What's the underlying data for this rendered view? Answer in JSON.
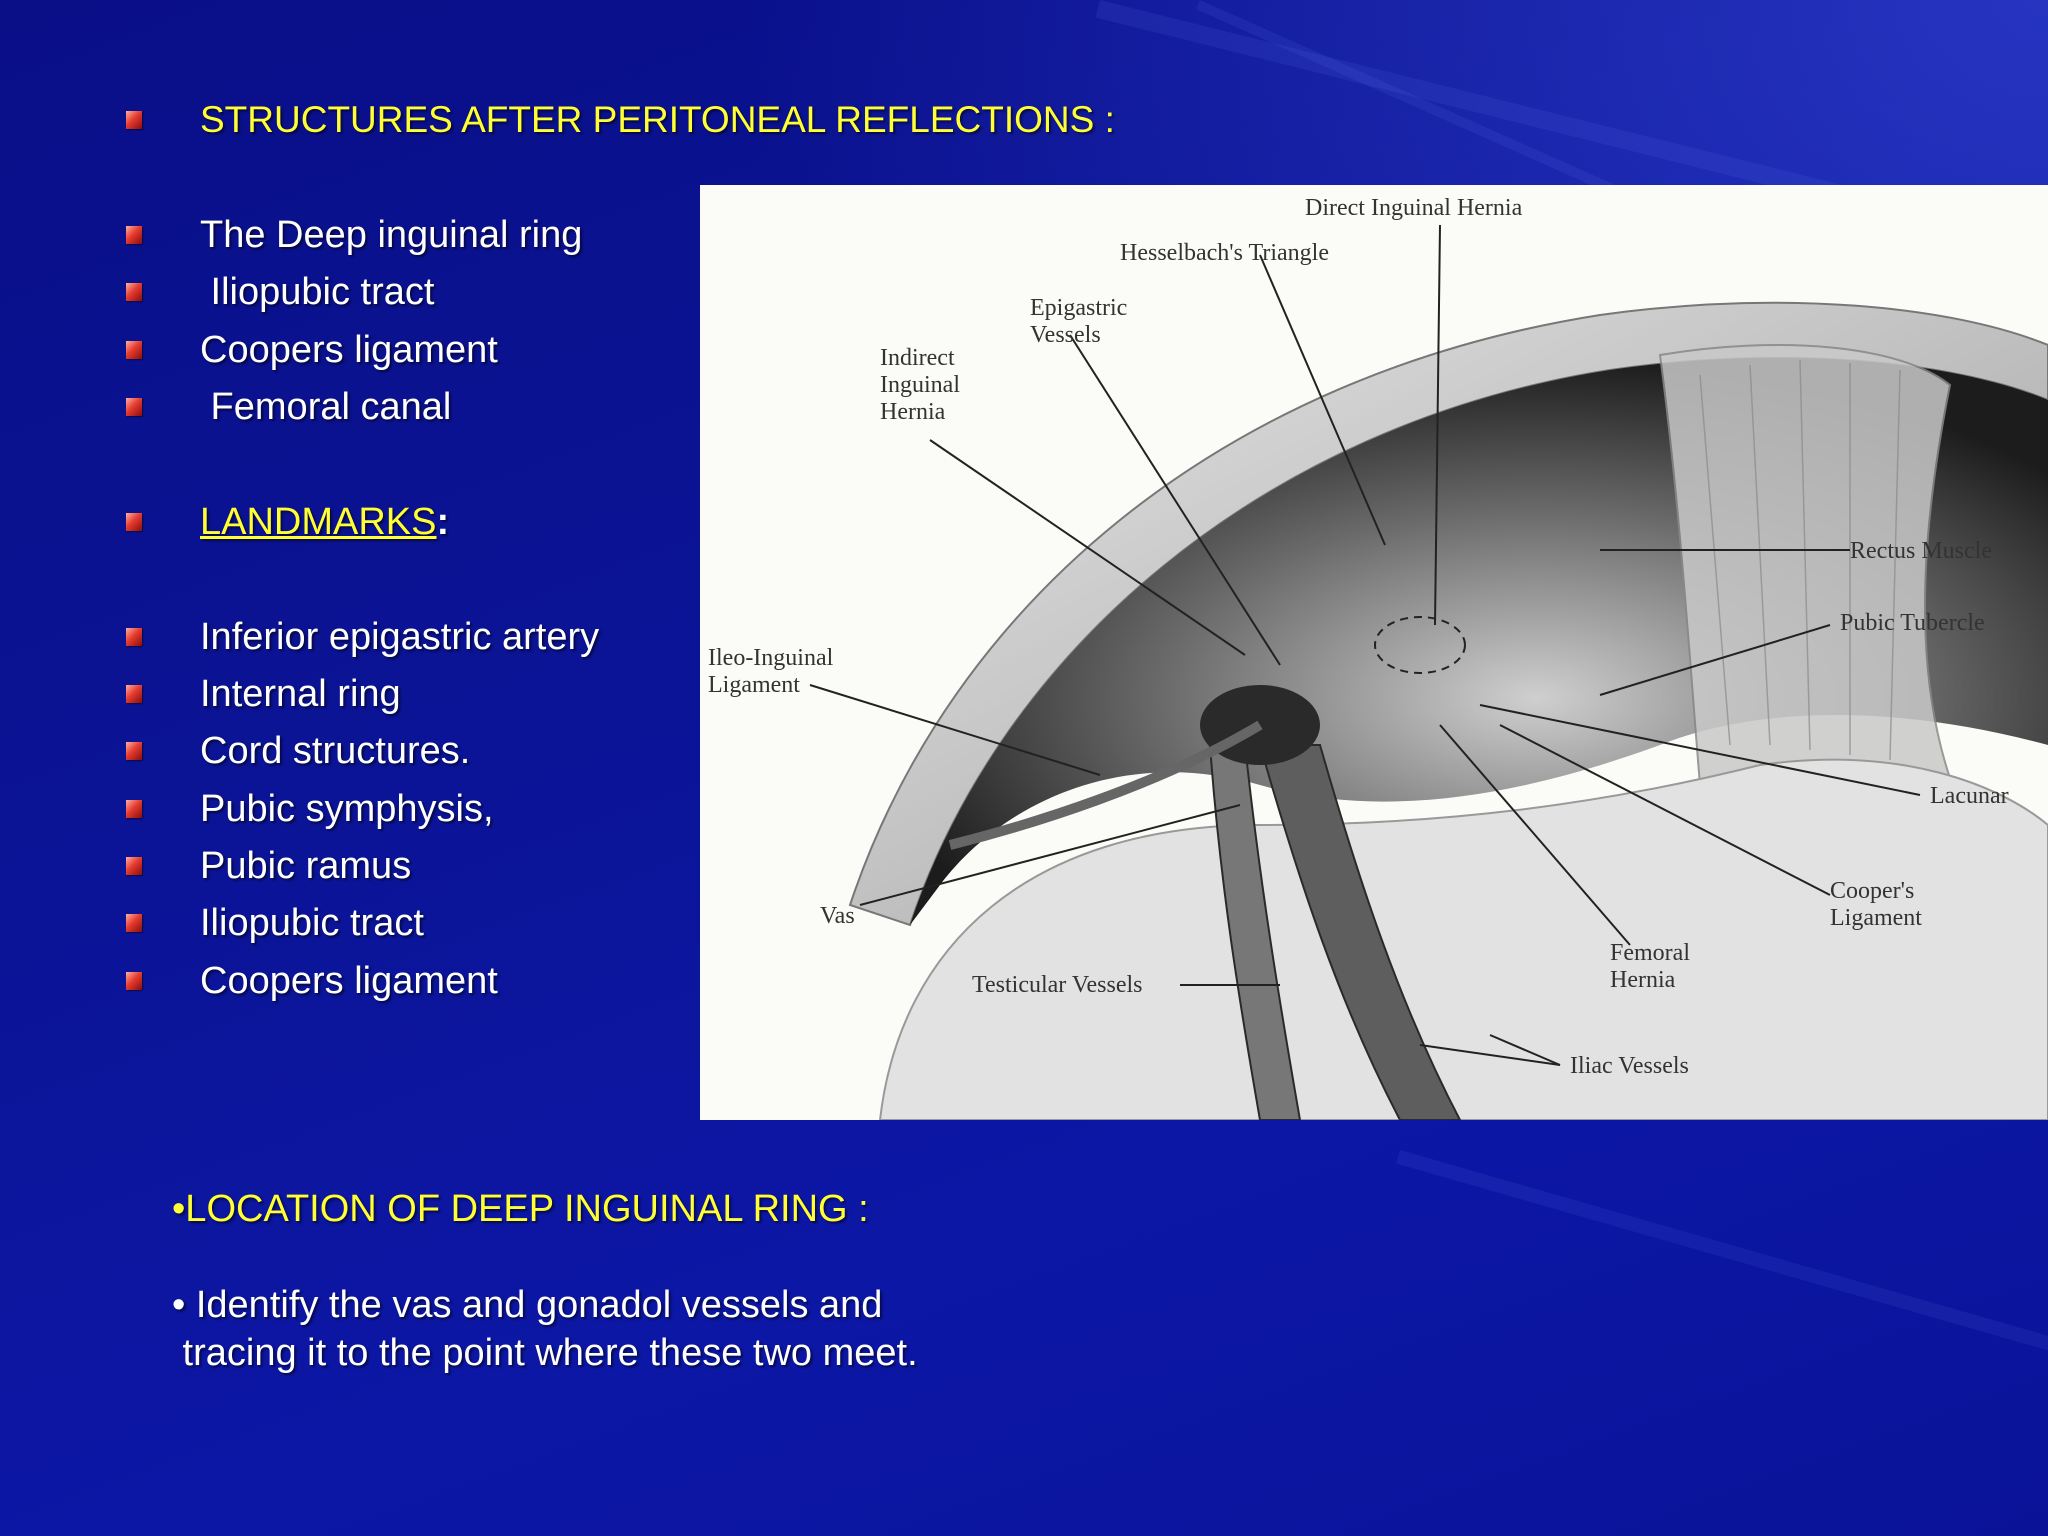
{
  "heading": "STRUCTURES AFTER PERITONEAL REFLECTIONS :",
  "structures": [
    "The Deep inguinal ring",
    " Iliopubic tract",
    "Coopers ligament",
    " Femoral canal"
  ],
  "landmarks_label": "LANDMARKS",
  "landmarks_colon": ":",
  "landmarks": [
    "Inferior epigastric artery",
    "Internal ring",
    "Cord structures.",
    "Pubic symphysis,",
    "Pubic ramus",
    "Iliopubic tract",
    "Coopers ligament"
  ],
  "figure_labels": {
    "direct": "Direct Inguinal Hernia",
    "hesselbach": "Hesselbach's Triangle",
    "epigastric_1": "Epigastric",
    "epigastric_2": "Vessels",
    "indirect_1": "Indirect",
    "indirect_2": "Inguinal",
    "indirect_3": "Hernia",
    "rectus": "Rectus Muscle",
    "pubic_tubercle": "Pubic Tubercle",
    "ileo_1": "Ileo-Inguinal",
    "ileo_2": "Ligament",
    "lacunar": "Lacunar",
    "coopers_1": "Cooper's",
    "coopers_2": "Ligament",
    "vas": "Vas",
    "femoral_1": "Femoral",
    "femoral_2": "Hernia",
    "testicular": "Testicular Vessels",
    "iliac": "Iliac Vessels"
  },
  "location_heading": "•LOCATION OF DEEP INGUINAL RING :",
  "location_line1": "• Identify the vas and gonadol vessels and",
  "location_line2": " tracing it to the point where these two meet.",
  "colors": {
    "background": "#08108a",
    "accent_yellow": "#ffff33",
    "bullet_red": "#e53c30"
  }
}
